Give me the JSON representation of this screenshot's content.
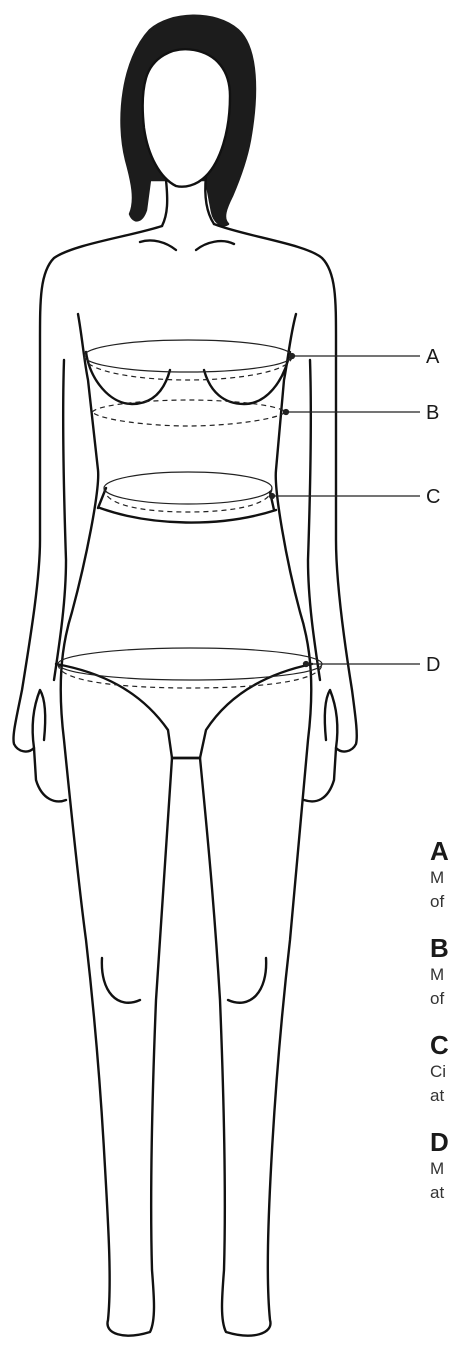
{
  "callouts": [
    {
      "letter": "A"
    },
    {
      "letter": "B"
    },
    {
      "letter": "C"
    },
    {
      "letter": "D"
    }
  ],
  "legend": [
    {
      "letter": "A",
      "line1": "M",
      "line2": "of"
    },
    {
      "letter": "B",
      "line1": "M",
      "line2": "of"
    },
    {
      "letter": "C",
      "line1": "Ci",
      "line2": "at"
    },
    {
      "letter": "D",
      "line1": "M",
      "line2": "at"
    }
  ]
}
